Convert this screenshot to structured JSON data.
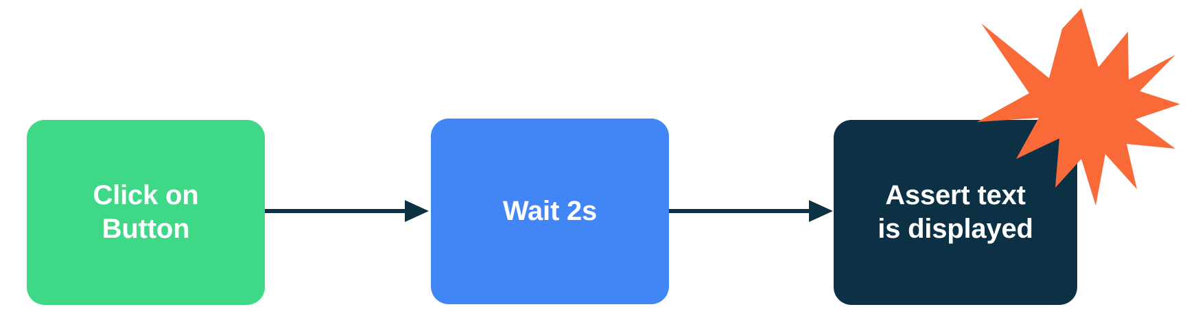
{
  "diagram": {
    "type": "flowchart",
    "orientation": "left-to-right",
    "background_color": "#FFFFFF",
    "nodes": [
      {
        "id": "click-on-button",
        "label": "Click on\nButton",
        "label_line_1": "Click on",
        "label_line_2": "Button",
        "color": "#3ED887",
        "text_color": "#FFFFFF",
        "shape": "rounded-rectangle"
      },
      {
        "id": "wait-2s",
        "label": "Wait 2s",
        "color": "#4285F4",
        "text_color": "#FFFFFF",
        "shape": "rounded-rectangle"
      },
      {
        "id": "assert-text-is-displayed",
        "label": "Assert text\nis displayed",
        "label_line_1": "Assert text",
        "label_line_2": "is displayed",
        "color": "#0C3145",
        "text_color": "#FFFFFF",
        "shape": "rounded-rectangle"
      }
    ],
    "connectors": [
      {
        "id": "connector-1",
        "from": "click-on-button",
        "to": "wait-2s",
        "color": "#0C3145",
        "arrowhead": "solid-triangle"
      },
      {
        "id": "connector-2",
        "from": "wait-2s",
        "to": "assert-text-is-displayed",
        "color": "#0C3145",
        "arrowhead": "solid-triangle"
      }
    ],
    "decorations": [
      {
        "id": "starburst",
        "name": "starburst-burst-icon",
        "color": "#F96A38",
        "points": 12,
        "attached_to": "assert-text-is-displayed",
        "position": "top-right"
      }
    ]
  }
}
